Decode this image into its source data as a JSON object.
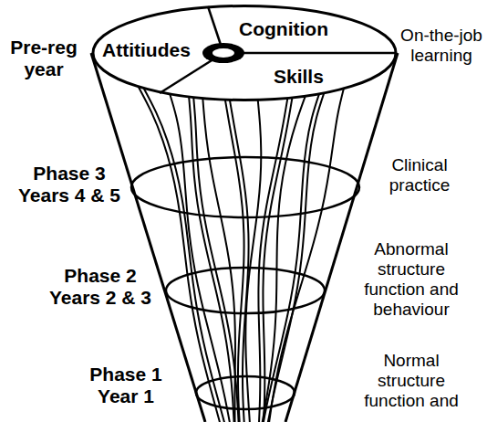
{
  "diagram": {
    "nodes": [
      {
        "text": [
          "Attitiudes",
          "Cognition",
          "Skills"
        ]
      }
    ],
    "labels": [
      "Pre-reg year",
      "On-the-job learning",
      "Phase 3 Years 4 & 5",
      "Clinical practice",
      "Phase 2 Years 2 & 3",
      "Abnormal structure function and behaviour",
      "Phase 1 Year 1",
      "Normal structure function and"
    ]
  }
}
